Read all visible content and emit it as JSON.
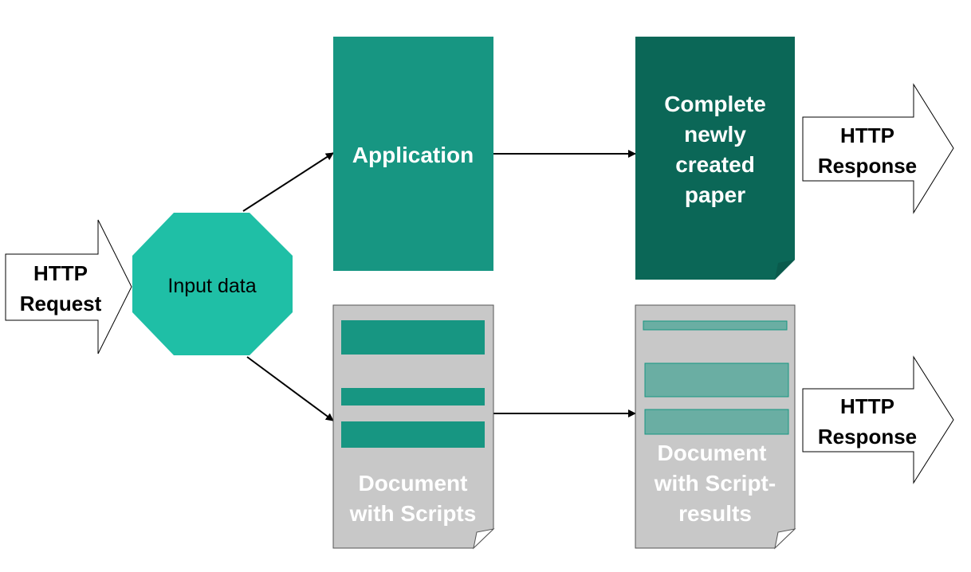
{
  "colors": {
    "teal": "#1fbfa6",
    "app_box": "#179682",
    "complete_box": "#0b6757",
    "doc_gray": "#c8c8c8",
    "script_bar": "#179682",
    "result_bar": "#6aaea3",
    "arrow_fill": "#ffffff",
    "line": "#000000"
  },
  "nodes": {
    "request": {
      "line1": "HTTP",
      "line2": "Request"
    },
    "input": {
      "label": "Input data"
    },
    "application": {
      "label": "Application"
    },
    "complete": {
      "line1": "Complete",
      "line2": "newly",
      "line3": "created",
      "line4": "paper"
    },
    "response_top": {
      "line1": "HTTP",
      "line2": "Response"
    },
    "doc_scripts": {
      "line1": "Document",
      "line2": "with Scripts"
    },
    "doc_results": {
      "line1": "Document",
      "line2": "with Script-",
      "line3": "results"
    },
    "response_bottom": {
      "line1": "HTTP",
      "line2": "Response"
    }
  },
  "edges": [
    {
      "from": "input",
      "to": "application"
    },
    {
      "from": "input",
      "to": "doc_scripts"
    },
    {
      "from": "application",
      "to": "complete"
    },
    {
      "from": "doc_scripts",
      "to": "doc_results"
    }
  ]
}
